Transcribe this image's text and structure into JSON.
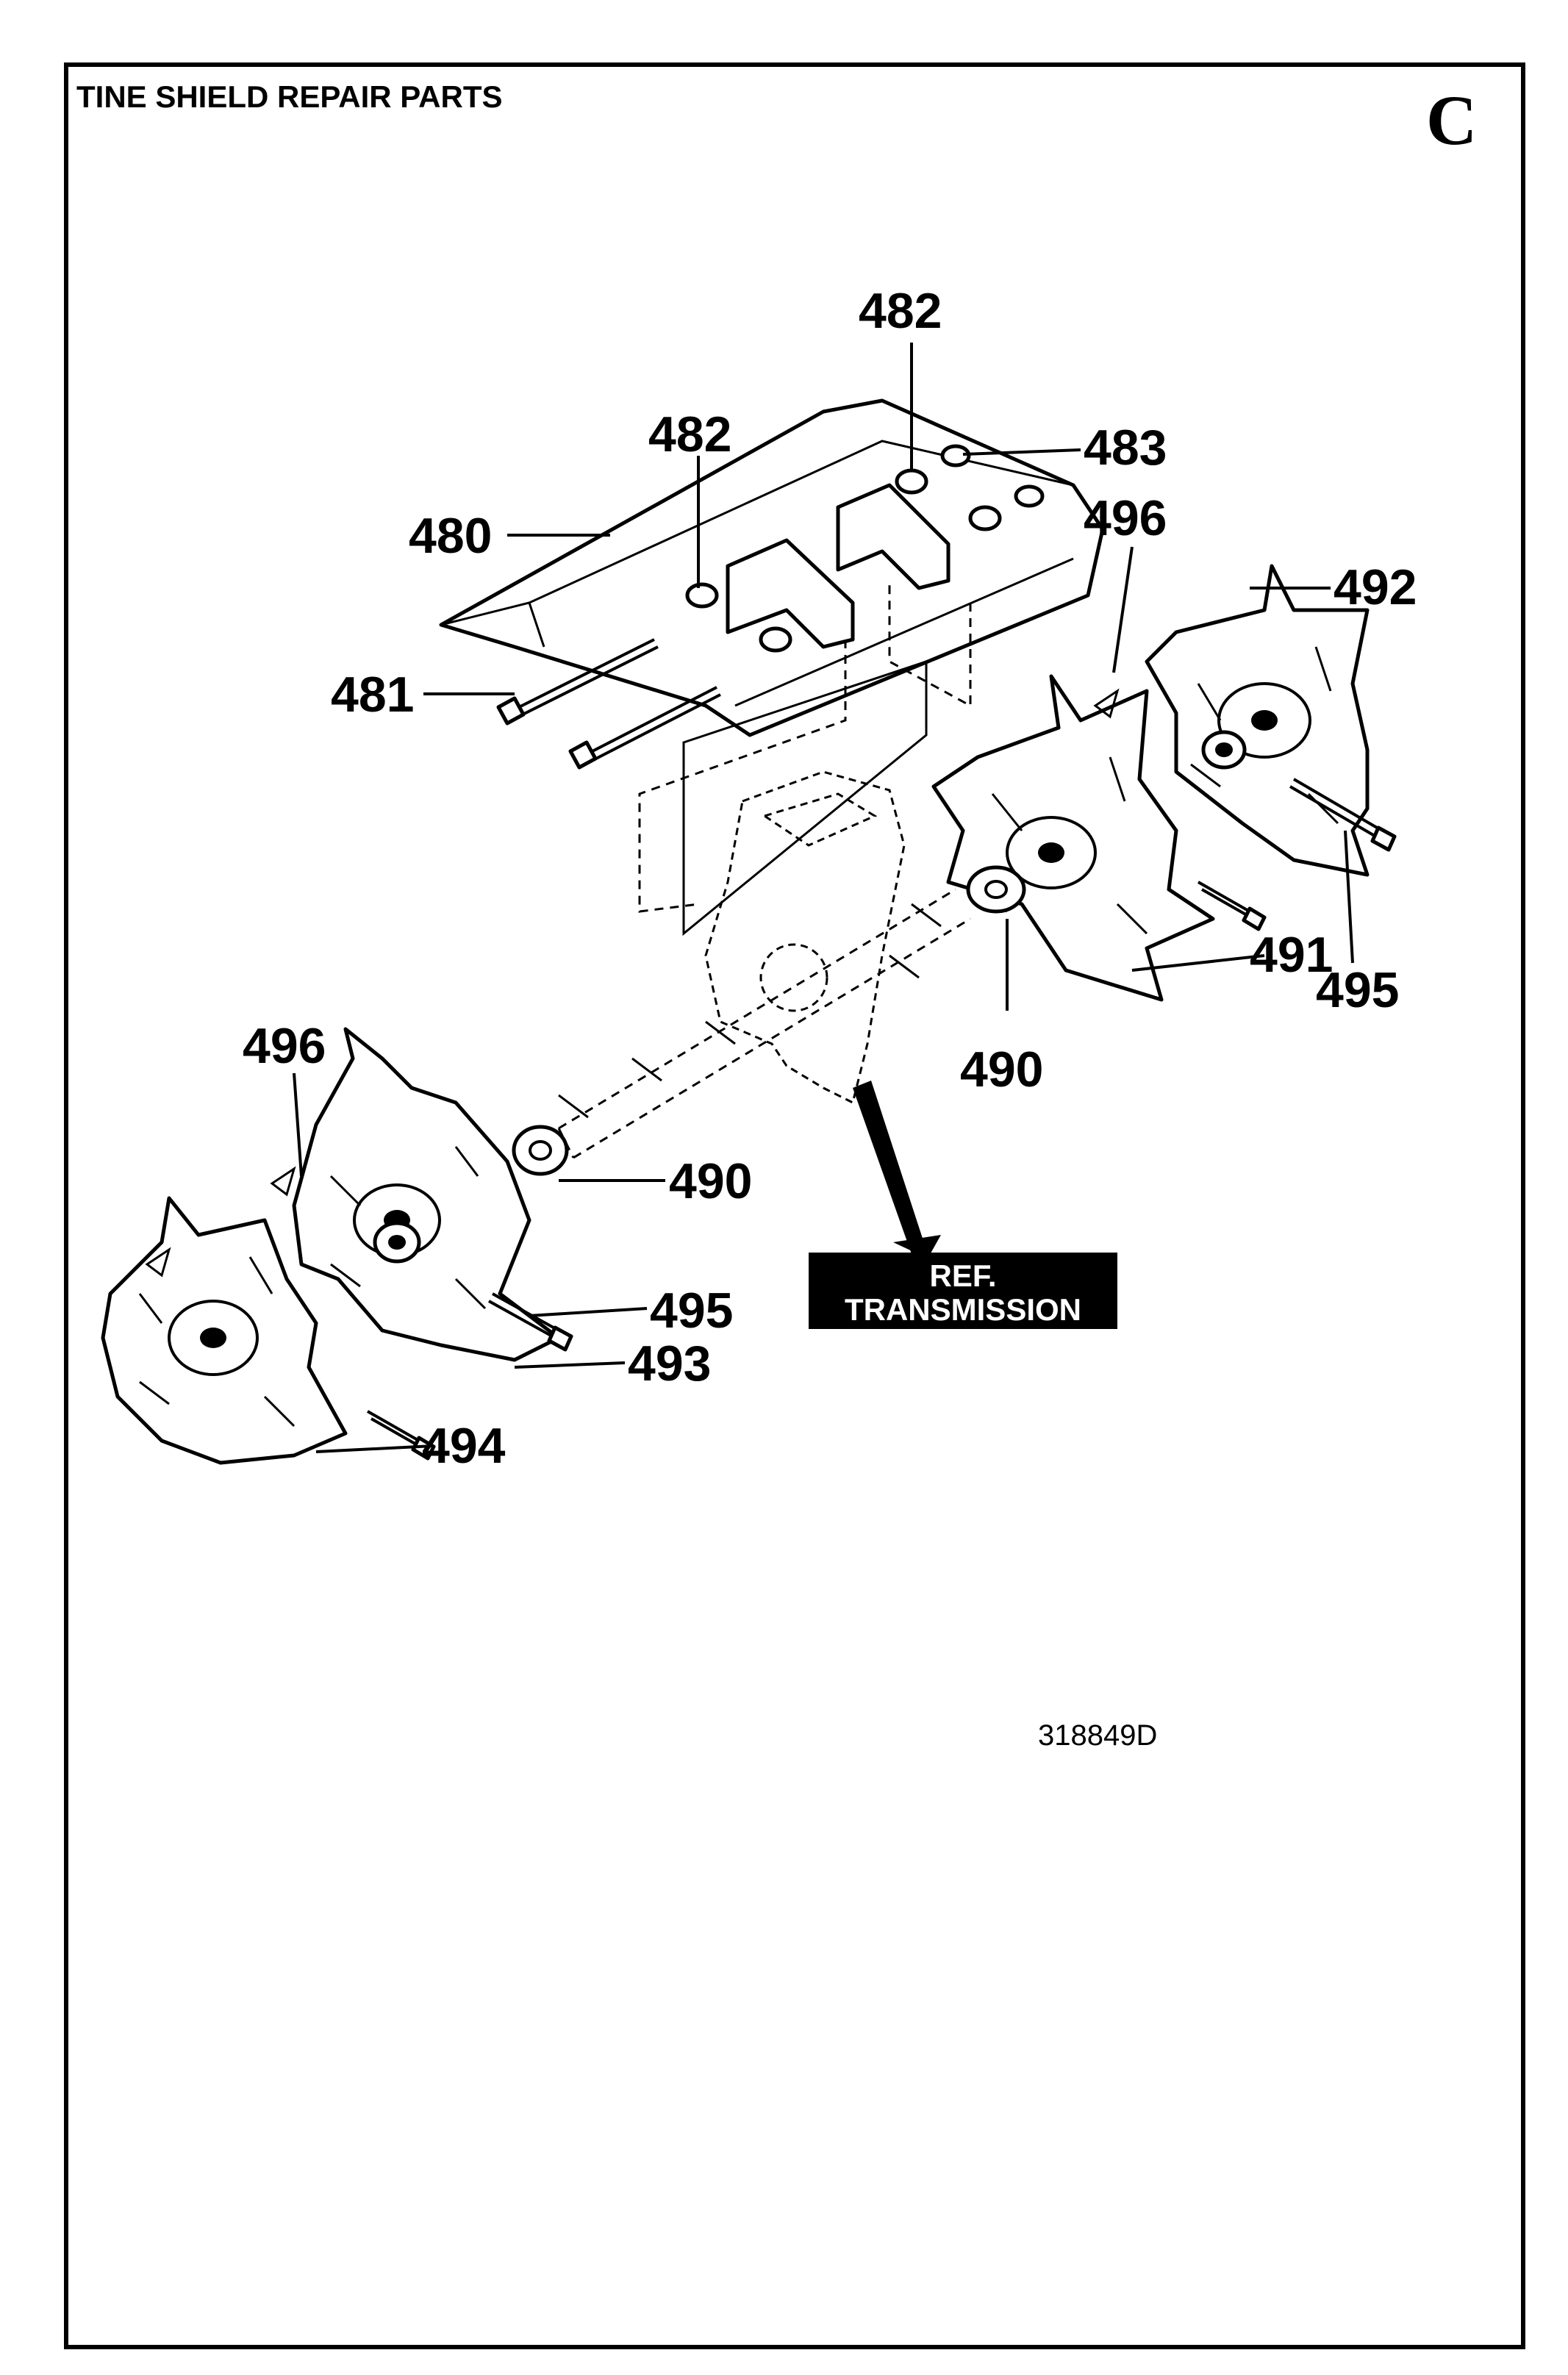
{
  "header": {
    "title": "TINE SHIELD REPAIR PARTS",
    "section_letter": "C"
  },
  "callouts": {
    "c480": "480",
    "c481": "481",
    "c482_top": "482",
    "c482_mid": "482",
    "c483": "483",
    "c490_right": "490",
    "c490_left": "490",
    "c491": "491",
    "c492": "492",
    "c493": "493",
    "c494": "494",
    "c495_right": "495",
    "c495_left": "495",
    "c496_right": "496",
    "c496_left": "496"
  },
  "reference_label": {
    "line1": "REF.",
    "line2": "TRANSMISSION",
    "fill_color": "#000000",
    "text_color": "#ffffff"
  },
  "drawing_number": "318849D"
}
